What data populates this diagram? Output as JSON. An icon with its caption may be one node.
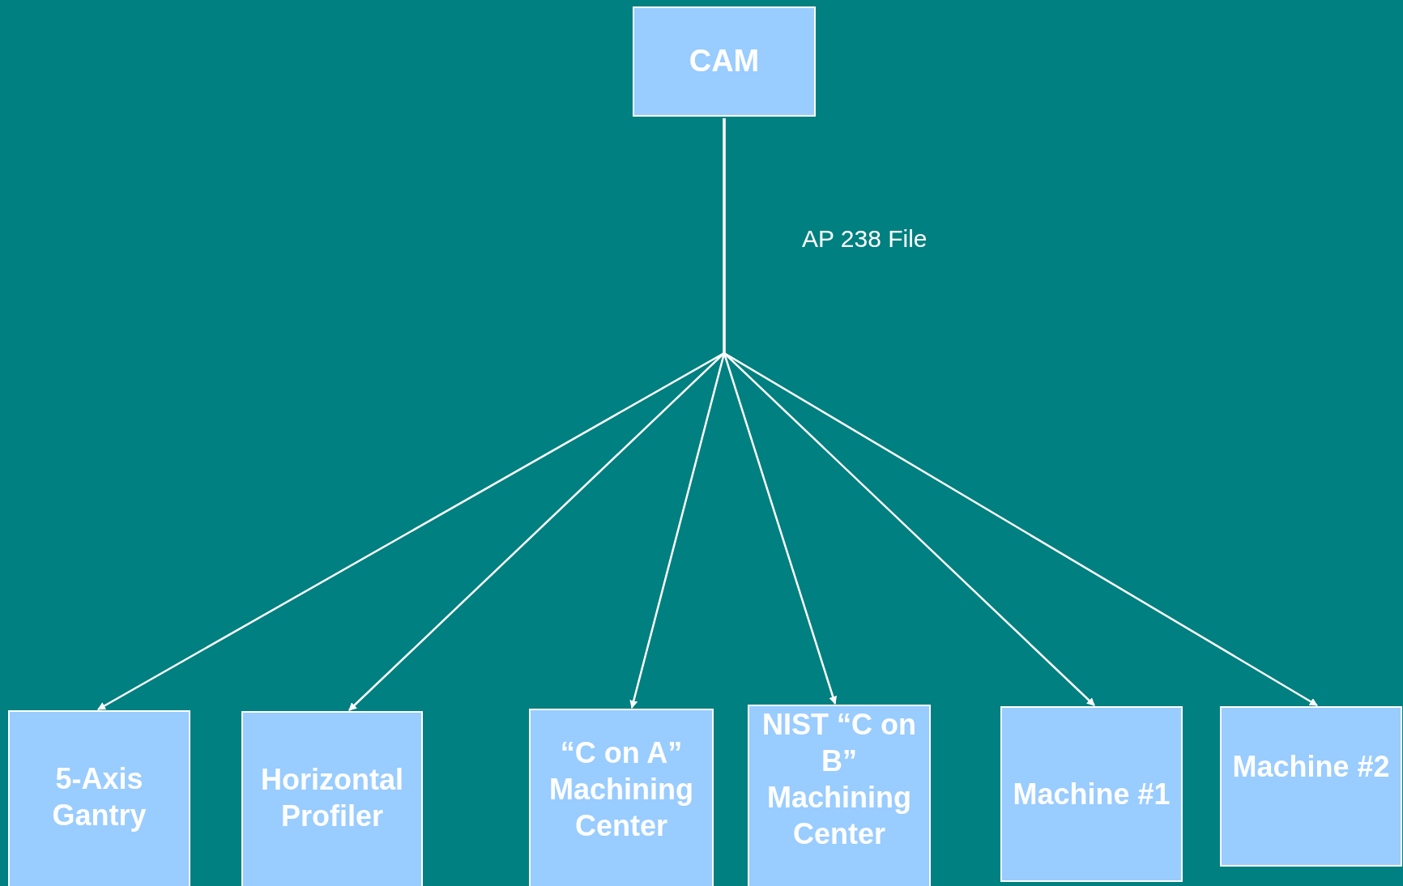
{
  "diagram": {
    "nodes": [
      {
        "text": [
          "CAM"
        ]
      },
      {
        "text": [
          "5-Axis Gantry"
        ]
      },
      {
        "text": [
          "Horizontal Profiler"
        ]
      },
      {
        "text": [
          "“C on A” Machining Center"
        ]
      },
      {
        "text": [
          "NIST “C on B” Machining Center"
        ]
      },
      {
        "text": [
          "Machine #1"
        ]
      },
      {
        "text": [
          "Machine #2"
        ]
      }
    ],
    "edges": [
      {
        "from": 0,
        "to": 1,
        "arrow": "to"
      },
      {
        "from": 0,
        "to": 2,
        "arrow": "to"
      },
      {
        "from": 0,
        "to": 3,
        "arrow": "to"
      },
      {
        "from": 0,
        "to": 4,
        "arrow": "to"
      },
      {
        "from": 0,
        "to": 5,
        "arrow": "to"
      },
      {
        "from": 0,
        "to": 6,
        "arrow": "to"
      }
    ],
    "labels": [
      "AP 238 File"
    ]
  }
}
